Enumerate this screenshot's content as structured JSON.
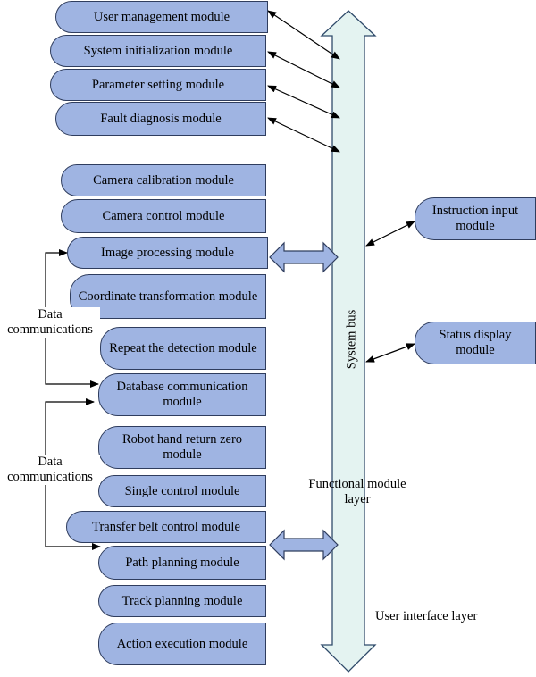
{
  "left_modules": [
    "User management module",
    "System initialization module",
    "Parameter setting module",
    "Fault diagnosis module",
    "Camera calibration module",
    "Camera control module",
    "Image processing module",
    "Coordinate transformation module",
    "Repeat the detection module",
    "Database communication module",
    "Robot hand return zero module",
    "Single control module",
    "Transfer belt control module",
    "Path planning module",
    "Track planning module",
    "Action execution module"
  ],
  "right_modules": [
    "Instruction input module",
    "Status display module"
  ],
  "labels": {
    "system_bus": "System bus",
    "functional_layer": "Functional module layer",
    "ui_layer": "User interface layer",
    "data_comm_1": "Data communications",
    "data_comm_2": "Data communications"
  },
  "colors": {
    "module_fill": "#9fb4e2",
    "bus_fill": "#e4f3f1",
    "outline": "#2f3d5e"
  }
}
